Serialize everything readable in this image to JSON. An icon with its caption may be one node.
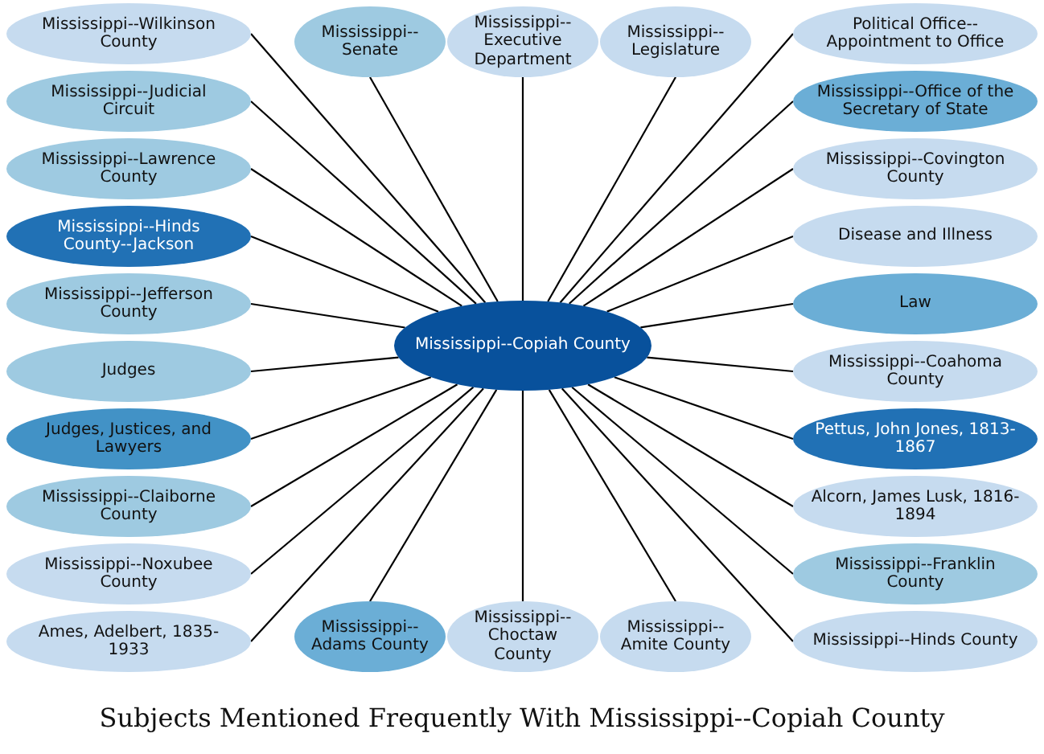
{
  "diagram": {
    "title": "Subjects Mentioned Frequently With Mississippi--Copiah County",
    "nodes": [
      {
        "text": [
          "Mississippi--Executive Department"
        ]
      },
      {
        "text": [
          "Mississippi--Wilkinson County"
        ]
      },
      {
        "text": [
          "Mississippi--Legislature"
        ]
      },
      {
        "text": [
          "Political Office--Appointment to Office"
        ]
      },
      {
        "text": [
          "Mississippi--Judicial Circuit"
        ]
      },
      {
        "text": [
          "Mississippi--Lawrence County"
        ]
      },
      {
        "text": [
          "Mississippi--Senate"
        ]
      },
      {
        "text": [
          "Mississippi--Covington County"
        ]
      },
      {
        "text": [
          "Mississippi--Office of the Secretary of State"
        ]
      },
      {
        "text": [
          "Mississippi--Jefferson County"
        ]
      },
      {
        "text": [
          "Mississippi--Hinds County--Jackson"
        ]
      },
      {
        "text": [
          "Mississippi--Copiah County"
        ]
      },
      {
        "text": [
          "Disease and Illness"
        ]
      },
      {
        "text": [
          "Judges"
        ]
      },
      {
        "text": [
          "Judges, Justices, and Lawyers"
        ]
      },
      {
        "text": [
          "Law"
        ]
      },
      {
        "text": [
          "Mississippi--Coahoma County"
        ]
      },
      {
        "text": [
          "Pettus, John Jones, 1813-1867"
        ]
      },
      {
        "text": [
          "Mississippi--Claiborne County"
        ]
      },
      {
        "text": [
          "Alcorn, James Lusk, 1816-1894"
        ]
      },
      {
        "text": [
          "Mississippi--Noxubee County"
        ]
      },
      {
        "text": [
          "Mississippi--Adams County"
        ]
      },
      {
        "text": [
          "Mississippi--Franklin County"
        ]
      },
      {
        "text": [
          "Ames, Adelbert, 1835-1933"
        ]
      },
      {
        "text": [
          "Mississippi--Hinds County"
        ]
      },
      {
        "text": [
          "Mississippi--Choctaw County"
        ]
      },
      {
        "text": [
          "Mississippi--Amite County"
        ]
      }
    ],
    "edges": [
      {
        "from": 11,
        "to": 0,
        "arrow": "none"
      },
      {
        "from": 11,
        "to": 1,
        "arrow": "none"
      },
      {
        "from": 11,
        "to": 2,
        "arrow": "none"
      },
      {
        "from": 11,
        "to": 3,
        "arrow": "none"
      },
      {
        "from": 11,
        "to": 4,
        "arrow": "none"
      },
      {
        "from": 11,
        "to": 5,
        "arrow": "none"
      },
      {
        "from": 11,
        "to": 6,
        "arrow": "none"
      },
      {
        "from": 11,
        "to": 7,
        "arrow": "none"
      },
      {
        "from": 11,
        "to": 8,
        "arrow": "none"
      },
      {
        "from": 11,
        "to": 9,
        "arrow": "none"
      },
      {
        "from": 11,
        "to": 10,
        "arrow": "none"
      },
      {
        "from": 11,
        "to": 12,
        "arrow": "none"
      },
      {
        "from": 11,
        "to": 13,
        "arrow": "none"
      },
      {
        "from": 11,
        "to": 14,
        "arrow": "none"
      },
      {
        "from": 11,
        "to": 15,
        "arrow": "none"
      },
      {
        "from": 11,
        "to": 16,
        "arrow": "none"
      },
      {
        "from": 11,
        "to": 17,
        "arrow": "none"
      },
      {
        "from": 11,
        "to": 18,
        "arrow": "none"
      },
      {
        "from": 11,
        "to": 19,
        "arrow": "none"
      },
      {
        "from": 11,
        "to": 20,
        "arrow": "none"
      },
      {
        "from": 11,
        "to": 21,
        "arrow": "none"
      },
      {
        "from": 11,
        "to": 22,
        "arrow": "none"
      },
      {
        "from": 11,
        "to": 23,
        "arrow": "none"
      },
      {
        "from": 11,
        "to": 24,
        "arrow": "none"
      },
      {
        "from": 11,
        "to": 25,
        "arrow": "none"
      },
      {
        "from": 11,
        "to": 26,
        "arrow": "none"
      }
    ]
  }
}
